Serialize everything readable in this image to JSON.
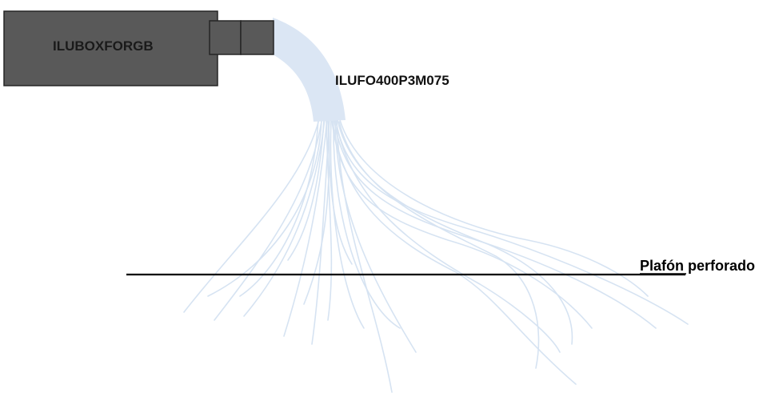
{
  "illuminator": {
    "label": "ILUBOXFORGB",
    "color": "#595959"
  },
  "fiber_cable": {
    "label": "ILUFO400P3M075",
    "color": "#dbe6f4"
  },
  "ceiling": {
    "label": "Plafón perforado"
  }
}
